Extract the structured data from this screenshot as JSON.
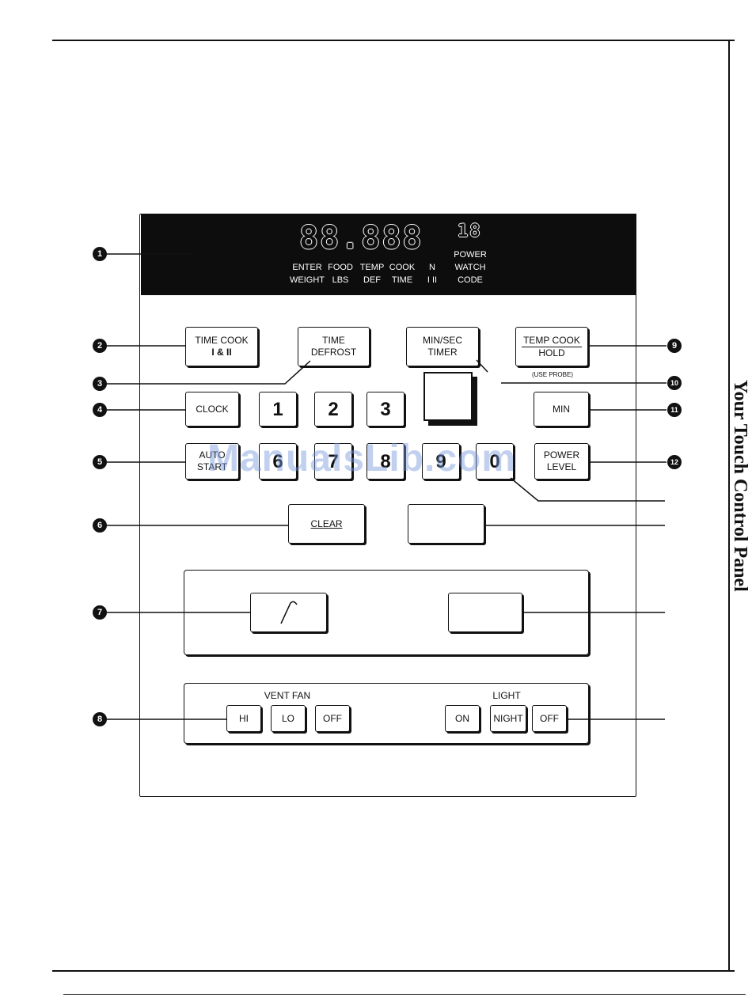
{
  "display": {
    "digits": "88.888",
    "small_digits": "18",
    "labels": [
      {
        "top": "ENTER",
        "bottom": "WEIGHT"
      },
      {
        "top": "FOOD",
        "bottom": "LBS"
      },
      {
        "top": "TEMP",
        "bottom": "DEF"
      },
      {
        "top": "COOK",
        "bottom": "TIME"
      },
      {
        "top": "N",
        "bottom": "I  II"
      },
      {
        "top": "POWER",
        "mid": "WATCH",
        "bottom": "CODE"
      }
    ]
  },
  "keys": {
    "time_cook": {
      "line1": "TIME COOK",
      "line2": "I & II"
    },
    "time_defrost": {
      "line1": "TIME",
      "line2": "DEFROST"
    },
    "min_sec_timer": {
      "line1": "MIN/SEC",
      "line2": "TIMER"
    },
    "temp_cook_hold": {
      "line1": "TEMP COOK",
      "line2": "HOLD"
    },
    "use_probe": "(USE PROBE)",
    "clock": "CLOCK",
    "one": "1",
    "two": "2",
    "three": "3",
    "min": "MIN",
    "auto_start": {
      "line1": "AUTO",
      "line2": "START"
    },
    "six": "6",
    "seven": "7",
    "eight": "8",
    "nine": "9",
    "zero": "0",
    "power_level": {
      "line1": "POWER",
      "line2": "LEVEL"
    },
    "clear": "CLEAR"
  },
  "vent_fan": {
    "label": "VENT FAN",
    "hi": "HI",
    "lo": "LO",
    "off": "OFF"
  },
  "light": {
    "label": "LIGHT",
    "on": "ON",
    "night": "NIGHT",
    "off": "OFF"
  },
  "callouts": [
    "1",
    "2",
    "3",
    "4",
    "5",
    "6",
    "7",
    "8",
    "9",
    "10",
    "11",
    "12"
  ],
  "side_title": "Your Touch Control Panel",
  "watermark": "ManualsLib.com"
}
